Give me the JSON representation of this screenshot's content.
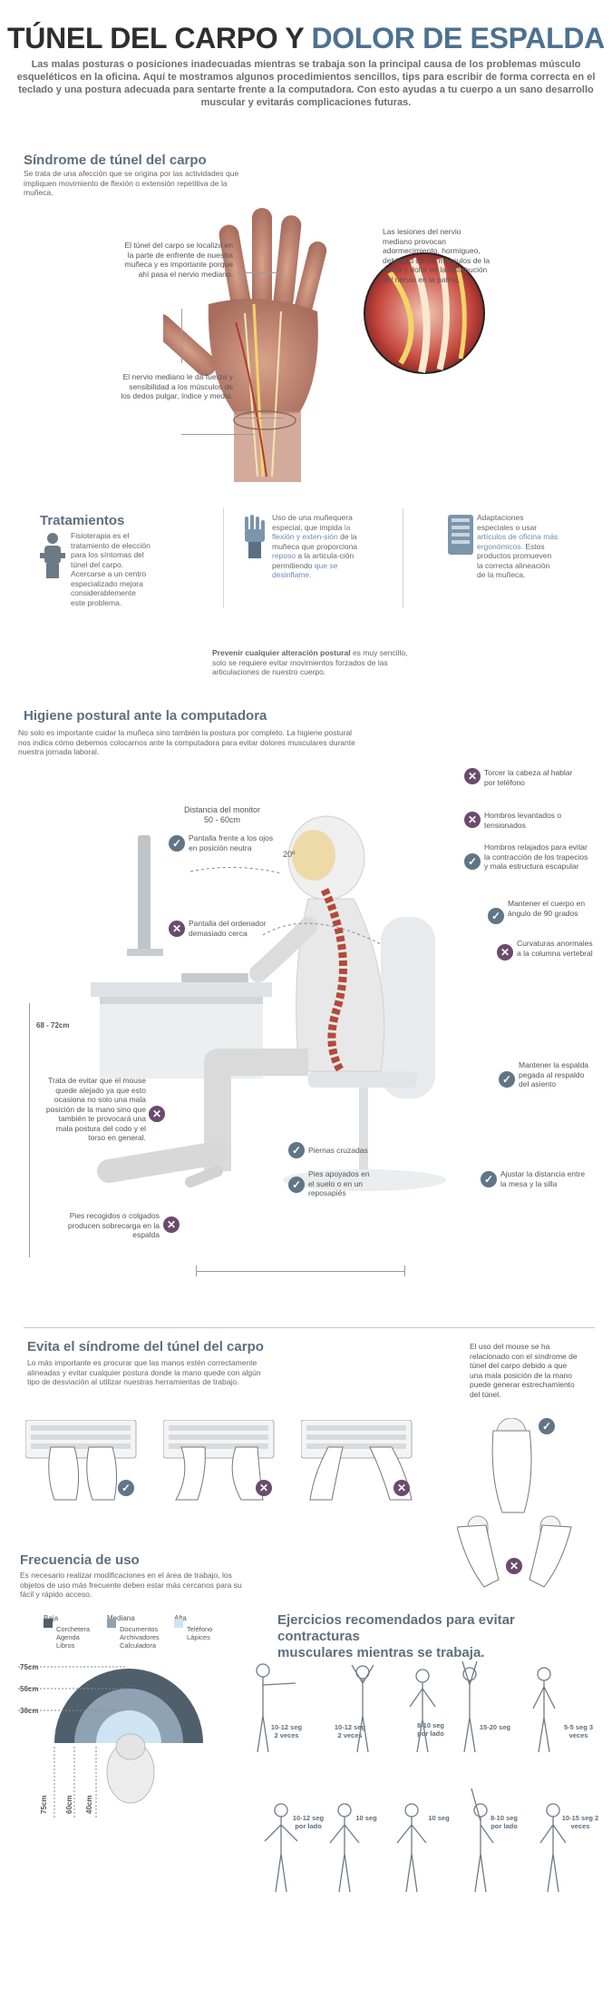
{
  "header": {
    "title_part1": "TÚNEL DEL CARPO Y",
    "title_part2": "DOLOR DE ESPALDA",
    "intro": "Las malas posturas o posiciones inadecuadas mientras se trabaja son la principal causa de los problemas músculo esqueléticos en la oficina. Aquí te mostramos algunos procedimientos sencillos, tips para escribir de forma correcta en el teclado y una postura adecuada para sentarte frente a la computadora. Con esto ayudas a tu cuerpo a un sano desarrollo muscular y evitarás complicaciones futuras."
  },
  "carpal": {
    "title": "Síndrome de túnel del carpo",
    "desc": "Se trata de una afección que se origina por las actividades que impliquen movimiento de flexión o extensión repetitiva de la muñeca.",
    "note_left_top": "El túnel del carpo se localiza en la parte de enfrente de nuestra muñeca y es importante porque ahí pasa el nervio mediano.",
    "note_left_bottom": "El nervio mediano le da fuerza y sensibilidad a los músculos de los dedos pulgar, índice y medio.",
    "note_right": "Las lesiones del nervio mediano provocan adormecimiento, hormigueo, debilidad de los músculos de la mano y dolor en la distribución del nervio en la palma."
  },
  "treatments": {
    "title": "Tratamientos",
    "col1": "Fisioterapia es el tratamiento de elección para los síntomas del túnel del carpo. Acercarse a un centro especializado mejora considerablemente este problema.",
    "col2_a": "Uso de una muñequera especial, que impida ",
    "col2_hl1": "la flexión y exten-sión",
    "col2_b": " de la muñeca que proporciona ",
    "col2_hl2": "reposo",
    "col2_c": " a la articula-ción permitiendo ",
    "col2_hl3": "que se desinflame.",
    "col3_a": "Adaptaciones especiales o usar ",
    "col3_hl": "artículos de oficina más ergonómicos.",
    "col3_b": " Estos productos promueven la correcta alineación de la muñeca.",
    "prevent_bold": "Prevenir cualquier alteración postural",
    "prevent_rest": " es muy sencillo, solo se requiere evitar movimientos forzados de las articulaciones de nuestro cuerpo."
  },
  "posture": {
    "title": "Higiene postural ante la computadora",
    "desc": "No solo es importante cuidar la muñeca sino también la postura por completo. La higiene postural nos indica cómo debemos colocarnos ante la computadora para evitar dolores musculares durante nuestra jornada laboral.",
    "monitor_distance_label": "Distancia del monitor",
    "monitor_distance_value": "50 - 60cm",
    "angle": "20º",
    "desk_height": "68 - 72cm",
    "notes": {
      "screen_front": "Pantalla frente a los ojos en posición neutra",
      "screen_close": "Pantalla del ordenador demasiado cerca",
      "mouse_far": "Trata de evitar que el mouse quede alejado ya que esto ocasiona no solo una mala posición de la mano sino que también te provocará una mala postura del codo y el torso en general.",
      "feet_hanging": "Pies recogidos o colgados producen sobrecarga en la espalda",
      "legs_crossed": "Piernas cruzadas",
      "feet_floor": "Pies apoyados en el suelo o en un reposapiés",
      "twist_head": "Torcer la cabeza al hablar por teléfono",
      "shoulders_up": "Hombros levantados o tensionados",
      "shoulders_relaxed": "Hombros relajados para evitar la contracción de los trapecios y mala estructura escapular",
      "body_90": "Mantener el cuerpo en ángulo de 90 grados",
      "curves": "Curvaturas anormales a la columna vertebral",
      "back_glued": "Mantener la espalda pegada al respaldo del asiento",
      "adjust_distance": "Ajustar la distancia entre la mesa y la silla"
    }
  },
  "avoid": {
    "title": "Evita el síndrome del túnel del carpo",
    "desc": "Lo más importante es procurar que las manos estén correctamente alineadas y evitar cualquier postura donde la mano quede con algún tipo de desviación al utilizar nuestras herramientas de trabajo.",
    "mouse_note": "El uso del mouse se ha relacionado con el síndrome de túnel del carpo debido a que una mala posición de la mano puede generar estrechamiento del túnel."
  },
  "frequency": {
    "title": "Frecuencia de uso",
    "desc": "Es necesario realizar modificaciones en el área de trabajo, los objetos de uso más frecuente deben estar más cercanos para su fácil y rápido acceso.",
    "legend": [
      {
        "level": "Baja",
        "items": "Corchetera Agenda Libros",
        "color": "#4f5f6c"
      },
      {
        "level": "Mediana",
        "items": "Documentos Archivadores Calculadora",
        "color": "#8ea2b4"
      },
      {
        "level": "Alta",
        "items": "Teléfono Lápices",
        "color": "#cfe4f2"
      }
    ],
    "distances": [
      "75cm",
      "50cm",
      "30cm"
    ],
    "vertical_distances": [
      "75cm",
      "60cm",
      "40cm"
    ]
  },
  "exercises": {
    "title_line1": "Ejercicios recomendados para evitar contracturas",
    "title_line2": "musculares mientras se trabaja.",
    "labels": [
      "10-12 seg 2 veces",
      "10-12 seg 2 veces",
      "8-10 seg por lado",
      "15-20 seg",
      "5-5 seg 3 veces",
      "10-12 seg por lado",
      "10 seg",
      "10 seg",
      "8-10 seg por lado",
      "10-15 seg 2 veces"
    ]
  },
  "colors": {
    "accent_blue": "#4d7191",
    "x_badge": "#6b4b6d",
    "check_badge": "#607585"
  }
}
